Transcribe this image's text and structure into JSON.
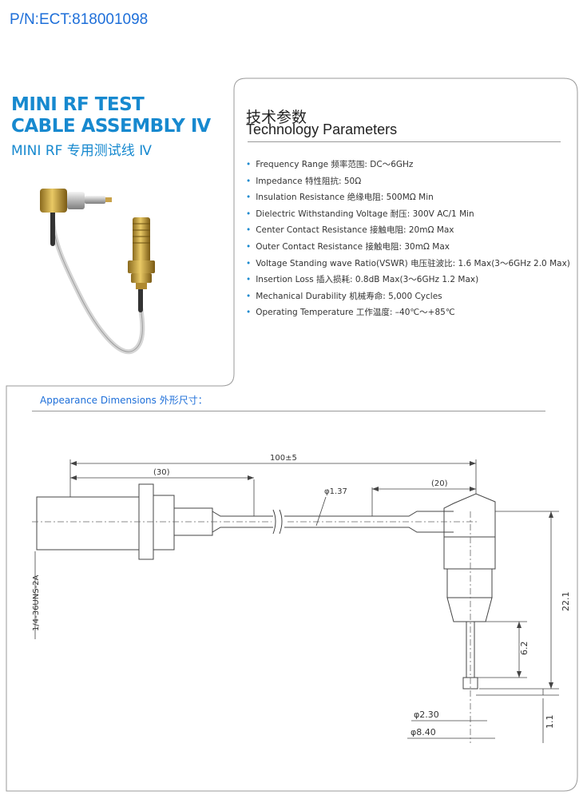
{
  "header": {
    "part_number": "P/N:ECT:818001098"
  },
  "product": {
    "title_line1": "MINI RF TEST",
    "title_line2": "CABLE ASSEMBLY Ⅳ",
    "title_cn": "MINI RF 专用测试线 Ⅳ"
  },
  "params": {
    "heading_cn": "技术参数",
    "heading_en": "Technology Parameters",
    "items": [
      "Frequency Range 频率范围: DC～6GHz",
      "Impedance 特性阻抗: 50Ω",
      "Insulation Resistance 绝缘电阻: 500MΩ  Min",
      "Dielectric Withstanding Voltage 耐压: 300V AC/1 Min",
      "Center Contact Resistance 接触电阻: 20mΩ  Max",
      "Outer Contact Resistance 接触电阻: 30mΩ  Max",
      "Voltage Standing wave Ratio(VSWR) 电压驻波比: 1.6 Max(3～6GHz 2.0 Max)",
      "Insertion Loss 插入损耗: 0.8dB Max(3～6GHz 1.2 Max)",
      "Mechanical Durability 机械寿命: 5,000 Cycles",
      "Operating Temperature 工作温度: –40℃～+85℃"
    ]
  },
  "appearance": {
    "label": "Appearance Dimensions 外形尺寸："
  },
  "dimensions": {
    "overall_length": "100±5",
    "left_length": "(30)",
    "right_length": "(20)",
    "cable_diameter": "φ1.37",
    "thread": "1/4-36UNS-2A",
    "height": "22.1",
    "pin_length": "6.2",
    "tip_length": "1.1",
    "pin_diameter": "φ2.30",
    "body_diameter": "φ8.40"
  }
}
